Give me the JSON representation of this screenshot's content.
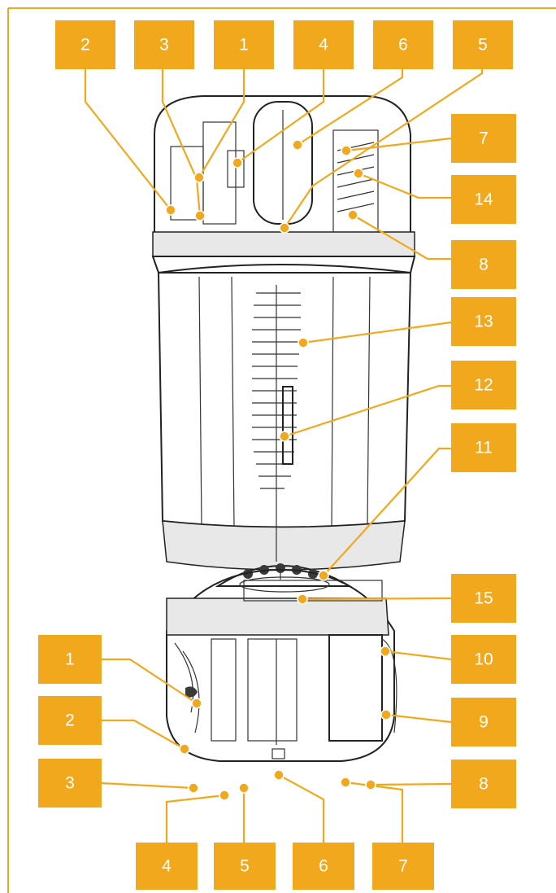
{
  "diagram": {
    "top_view_labels": [
      "2",
      "3",
      "1",
      "4",
      "6",
      "5",
      "7",
      "14",
      "8",
      "13",
      "12",
      "11"
    ],
    "bottom_view_labels": [
      "15",
      "1",
      "10",
      "2",
      "9",
      "3",
      "8",
      "4",
      "5",
      "6",
      "7"
    ]
  },
  "colors": {
    "accent": "#f2a81c",
    "label_text": "#ffffff",
    "linework": "#222222"
  }
}
